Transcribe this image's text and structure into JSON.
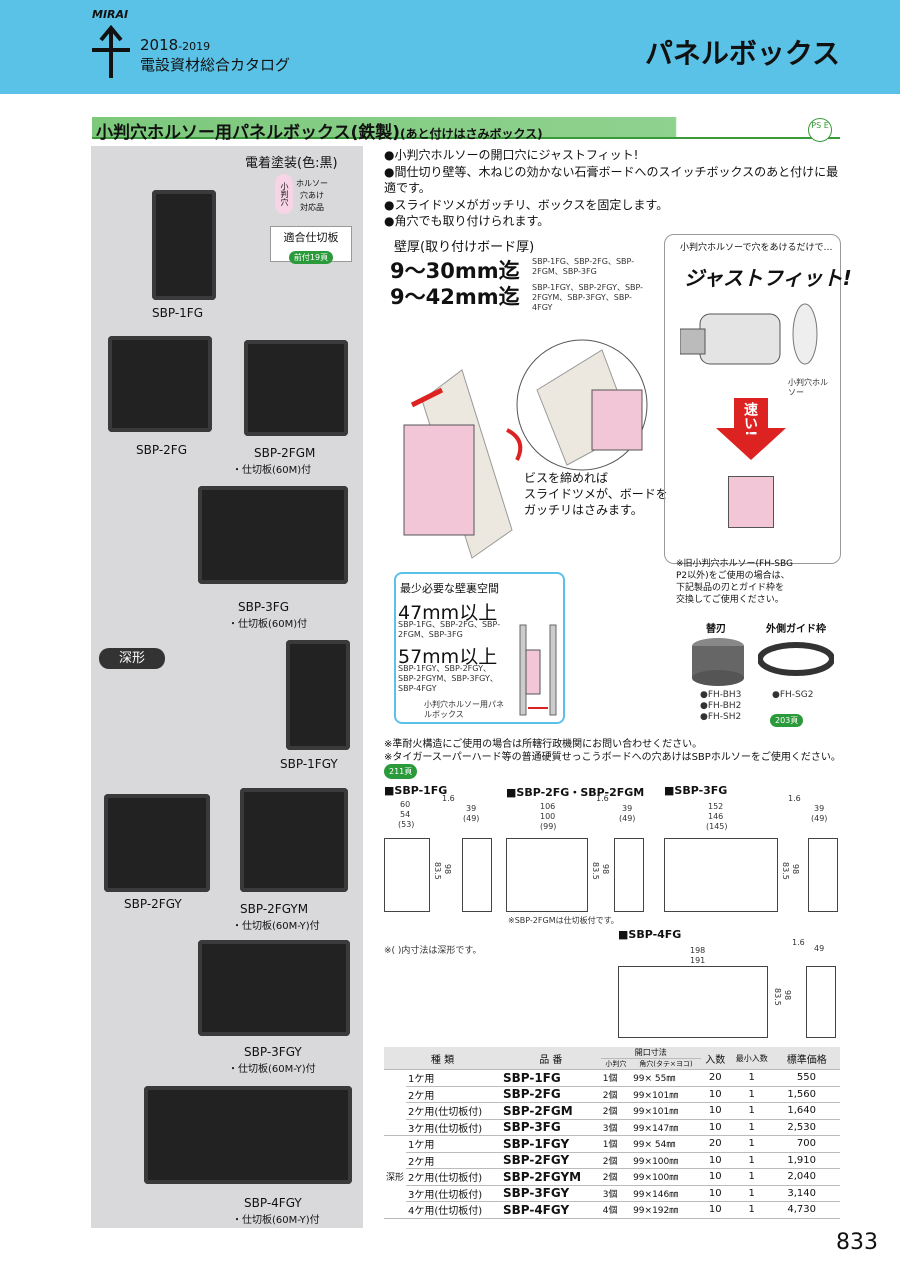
{
  "header": {
    "brand": "MIRAI",
    "year_a": "2018",
    "year_b": "-2019",
    "catalog": "電設資材総合カタログ",
    "title": "パネルボックス"
  },
  "section": {
    "title": "小判穴ホルソー用パネルボックス(鉄製)",
    "subtitle": "(あと付けはさみボックス)",
    "pse": "PS E"
  },
  "left": {
    "coating": "電着塗装(色:黒)",
    "tag_chars": "小判穴",
    "tag_text": [
      "ホルソー",
      "穴あけ",
      "対応品"
    ],
    "fit_title": "適合仕切板",
    "fit_ref": "前付19頁",
    "deep_badge": "深形",
    "products": [
      {
        "label": "SBP-1FG",
        "sub": ""
      },
      {
        "label": "SBP-2FG",
        "sub": ""
      },
      {
        "label": "SBP-2FGM",
        "sub": "・仕切板(60M)付"
      },
      {
        "label": "SBP-3FG",
        "sub": "・仕切板(60M)付"
      },
      {
        "label": "SBP-1FGY",
        "sub": ""
      },
      {
        "label": "SBP-2FGY",
        "sub": ""
      },
      {
        "label": "SBP-2FGYM",
        "sub": "・仕切板(60M-Y)付"
      },
      {
        "label": "SBP-3FGY",
        "sub": "・仕切板(60M-Y)付"
      },
      {
        "label": "SBP-4FGY",
        "sub": "・仕切板(60M-Y)付"
      }
    ]
  },
  "features": [
    "●小判穴ホルソーの開口穴にジャストフィット!",
    "●間仕切り壁等、木ねじの効かない石膏ボードへのスイッチボックスのあと付けに最適です。",
    "●スライドツメがガッチリ、ボックスを固定します。",
    "●角穴でも取り付けられます。"
  ],
  "wall": {
    "label": "壁厚(取り付けボード厚)",
    "range1": "9〜30mm迄",
    "models1": "SBP-1FG、SBP-2FG、SBP-2FGM、SBP-3FG",
    "range2": "9〜42mm迄",
    "models2": "SBP-1FGY、SBP-2FGY、SBP-2FGYM、SBP-3FGY、SBP-4FGY"
  },
  "install": {
    "caption": [
      "ビスを締めれば",
      "スライドツメが、ボードを",
      "ガッチリはさみます。"
    ]
  },
  "fitpanel": {
    "top": "小判穴ホルソーで穴をあけるだけで…",
    "headline": "ジャストフィット!",
    "label": "小判穴ホルソー",
    "fast": "速い!"
  },
  "oldnote": [
    "※旧小判穴ホルソー(FH-SBG",
    "P2以外)をご使用の場合は、",
    "下記製品の刃とガイド枠を",
    "交換してご使用ください。"
  ],
  "parts": {
    "blade": "替刃",
    "guide": "外側ガイド枠",
    "blade_list": [
      "●FH-BH3",
      "●FH-BH2",
      "●FH-SH2"
    ],
    "guide_item": "●FH-SG2",
    "ref": "203頁"
  },
  "minspace": {
    "title": "最少必要な壁裏空間",
    "v1": "47mm以上",
    "m1": "SBP-1FG、SBP-2FG、SBP-2FGM、SBP-3FG",
    "v2": "57mm以上",
    "m2": "SBP-1FGY、SBP-2FGY、SBP-2FGYM、SBP-3FGY、SBP-4FGY",
    "label": "小判穴ホルソー用パネルボックス"
  },
  "notes": [
    "※準耐火構造にご使用の場合は所轄行政機関にお問い合わせください。",
    "※タイガースーパーハード等の普通硬質せっこうボードへの穴あけはSBPホルソーをご使用ください。"
  ],
  "note_ref": "211頁",
  "drawings": [
    {
      "title": "■SBP-1FG",
      "w": "60",
      "w2": "54",
      "w3": "(53)",
      "t": "1.6",
      "d": "39",
      "d2": "(49)",
      "h1": "83.5",
      "h2": "98"
    },
    {
      "title": "■SBP-2FG・SBP-2FGM",
      "w": "106",
      "w2": "100",
      "w3": "(99)",
      "t": "1.6",
      "d": "39",
      "d2": "(49)",
      "h1": "83.5",
      "h2": "98"
    },
    {
      "title": "■SBP-3FG",
      "w": "152",
      "w2": "146",
      "w3": "(145)",
      "t": "1.6",
      "d": "39",
      "d2": "(49)",
      "h1": "83.5",
      "h2": "98"
    },
    {
      "title": "■SBP-4FG",
      "w": "198",
      "w2": "191",
      "w3": "",
      "t": "1.6",
      "d": "49",
      "d2": "",
      "h1": "83.5",
      "h2": "98"
    }
  ],
  "drawnote": "※SBP-2FGMは仕切板付です。",
  "paren_note": "※( )内寸法は深形です。",
  "table": {
    "h_kind": "種 類",
    "h_part": "品 番",
    "h_open": "開口寸法",
    "h_open_a": "小判穴",
    "h_open_b": "角穴(タテ×ヨコ)",
    "h_qty": "入数",
    "h_min": "最小入数",
    "h_price": "標準価格",
    "deep": "深形",
    "rows": [
      [
        "1ケ用",
        "SBP-1FG",
        "1個",
        "99× 55㎜",
        "20",
        "1",
        "550"
      ],
      [
        "2ケ用",
        "SBP-2FG",
        "2個",
        "99×101㎜",
        "10",
        "1",
        "1,560"
      ],
      [
        "2ケ用(仕切板付)",
        "SBP-2FGM",
        "2個",
        "99×101㎜",
        "10",
        "1",
        "1,640"
      ],
      [
        "3ケ用(仕切板付)",
        "SBP-3FG",
        "3個",
        "99×147㎜",
        "10",
        "1",
        "2,530"
      ],
      [
        "1ケ用",
        "SBP-1FGY",
        "1個",
        "99× 54㎜",
        "20",
        "1",
        "700"
      ],
      [
        "2ケ用",
        "SBP-2FGY",
        "2個",
        "99×100㎜",
        "10",
        "1",
        "1,910"
      ],
      [
        "2ケ用(仕切板付)",
        "SBP-2FGYM",
        "2個",
        "99×100㎜",
        "10",
        "1",
        "2,040"
      ],
      [
        "3ケ用(仕切板付)",
        "SBP-3FGY",
        "3個",
        "99×146㎜",
        "10",
        "1",
        "3,140"
      ],
      [
        "4ケ用(仕切板付)",
        "SBP-4FGY",
        "4個",
        "99×192㎜",
        "10",
        "1",
        "4,730"
      ]
    ]
  },
  "page": "833"
}
